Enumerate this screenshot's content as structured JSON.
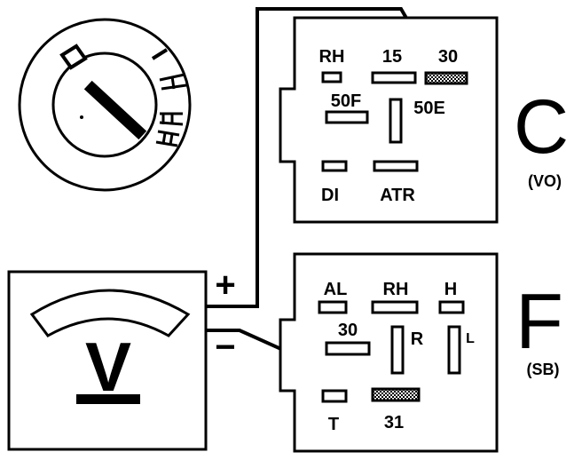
{
  "connector_c": {
    "title": "C",
    "subtitle": "(VO)",
    "pins": {
      "rh": "RH",
      "p15": "15",
      "p30": "30",
      "p50f": "50F",
      "p50e": "50E",
      "di": "DI",
      "atr": "ATR"
    }
  },
  "connector_f": {
    "title": "F",
    "subtitle": "(SB)",
    "pins": {
      "al": "AL",
      "rh": "RH",
      "h": "H",
      "p30": "30",
      "r": "R",
      "l": "L",
      "t": "T",
      "p31": "31"
    }
  },
  "voltmeter": {
    "symbol": "V",
    "plus": "+",
    "minus": "−"
  },
  "colors": {
    "ink": "#000000",
    "paper": "#ffffff",
    "highlight_pin": "#7a7a7a"
  }
}
